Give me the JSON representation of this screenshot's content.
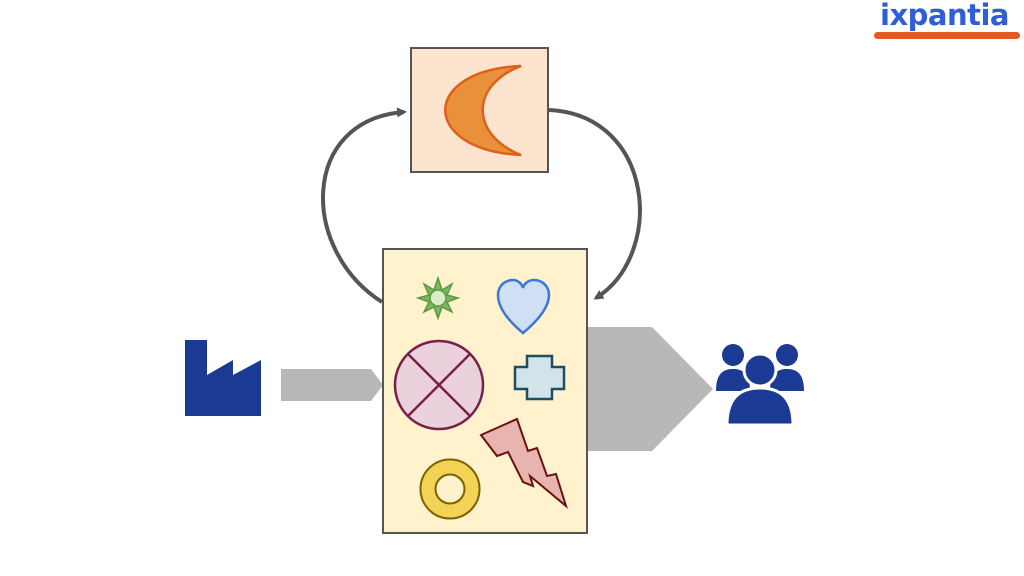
{
  "brand": {
    "name": "ixpantia",
    "text_color": "#2f5fd6",
    "underline_color": "#e5581f"
  },
  "diagram": {
    "nodes": [
      {
        "id": "factory",
        "icon": "factory-icon",
        "color": "#1a3a94"
      },
      {
        "id": "transform-box",
        "icon": "crescent-icon",
        "fill": "#fde4cf",
        "shape_fill": "#e8913a",
        "shape_stroke": "#e0601a"
      },
      {
        "id": "product-box",
        "fill": "#fff2cc",
        "shapes": [
          "sun-icon",
          "heart-icon",
          "crossed-circle-icon",
          "cross-icon",
          "lightning-icon",
          "ring-icon"
        ]
      },
      {
        "id": "users",
        "icon": "users-group-icon",
        "color": "#1a3a94"
      }
    ],
    "edges": [
      {
        "from": "factory",
        "to": "product-box",
        "style": "gray-arrow-thin"
      },
      {
        "from": "product-box",
        "to": "transform-box",
        "style": "curved-arrow"
      },
      {
        "from": "transform-box",
        "to": "product-box",
        "style": "curved-arrow"
      },
      {
        "from": "product-box",
        "to": "users",
        "style": "gray-arrow-wide"
      }
    ],
    "colors": {
      "arrow_gray": "#b8b8b8",
      "curve_stroke": "#555555",
      "box_stroke": "#555555"
    }
  }
}
